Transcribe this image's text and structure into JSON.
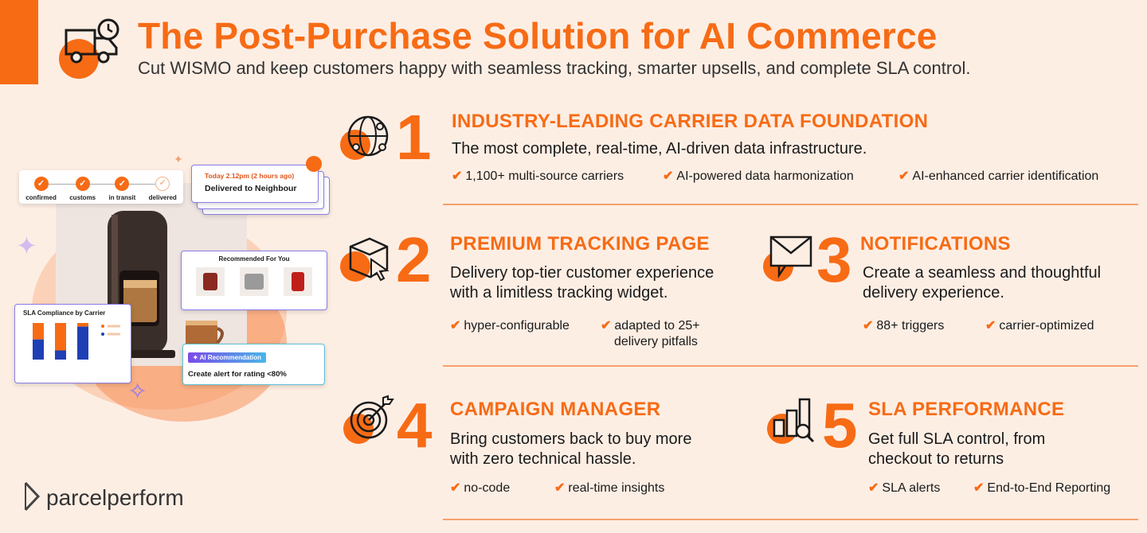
{
  "header": {
    "title": "The Post-Purchase Solution for AI Commerce",
    "subtitle": "Cut WISMO and keep customers happy with seamless tracking, smarter upsells, and complete SLA control."
  },
  "sections": [
    {
      "number": "1",
      "title": "INDUSTRY-LEADING CARRIER DATA FOUNDATION",
      "description": "The most complete, real-time, AI-driven data infrastructure.",
      "features": [
        "1,100+ multi-source carriers",
        "AI-powered data harmonization",
        "AI-enhanced carrier identification"
      ],
      "icon": "globe-network-icon"
    },
    {
      "number": "2",
      "title": "PREMIUM TRACKING PAGE",
      "description_lines": [
        "Delivery top-tier customer experience",
        "with a limitless tracking widget."
      ],
      "features": [
        "hyper-configurable",
        "adapted to 25+",
        "delivery pitfalls"
      ],
      "icon": "package-cursor-icon"
    },
    {
      "number": "3",
      "title": "NOTIFICATIONS",
      "description_lines": [
        "Create a seamless and thoughtful",
        "delivery experience."
      ],
      "features": [
        "88+ triggers",
        "carrier-optimized"
      ],
      "icon": "envelope-icon"
    },
    {
      "number": "4",
      "title": "CAMPAIGN MANAGER",
      "description_lines": [
        "Bring customers back to buy more",
        "with zero technical hassle."
      ],
      "features": [
        "no-code",
        "real-time insights"
      ],
      "icon": "target-icon"
    },
    {
      "number": "5",
      "title": "SLA PERFORMANCE",
      "description_lines": [
        "Get full SLA control, from",
        "checkout to returns"
      ],
      "features": [
        "SLA alerts",
        "End-to-End Reporting"
      ],
      "icon": "bar-chart-search-icon"
    }
  ],
  "check": "✔",
  "illustration": {
    "steps": [
      "confirmed",
      "customs",
      "in transit",
      "delivered"
    ],
    "status_time": "Today 2.12pm (2 hours ago)",
    "status_text": "Delivered to Neighbour",
    "recommended_title": "Recommended For You",
    "sla_chart_title": "SLA Compliance by Carrier",
    "ai_badge": "AI Recommendation",
    "ai_alert": "Create alert for rating <80%",
    "sla_chart_data": {
      "type": "bar",
      "series": [
        {
          "values": [
            0.45,
            0.75,
            0.1
          ]
        },
        {
          "values": [
            0.55,
            0.25,
            0.9
          ]
        }
      ]
    }
  },
  "brand": {
    "logo": "parcelperform",
    "accent": "#f76b15",
    "purple": "#8b7de8",
    "blue": "#1f3fb5"
  }
}
